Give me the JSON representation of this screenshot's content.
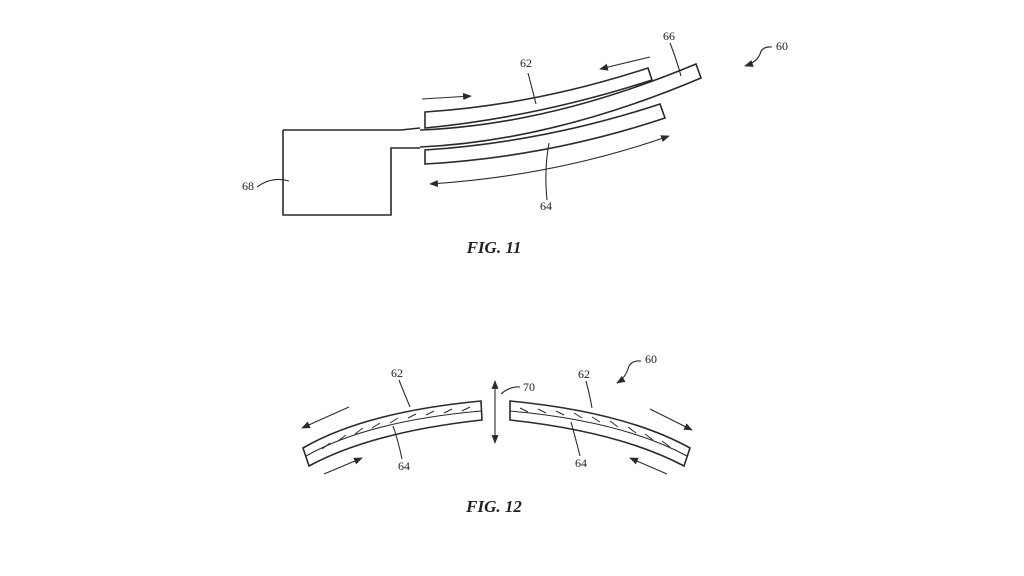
{
  "figures": {
    "fig11": {
      "caption": "FIG. 11",
      "labels": {
        "assembly": "60",
        "upper_layer": "62",
        "lower_layer": "64",
        "extension": "66",
        "block": "68"
      }
    },
    "fig12": {
      "caption": "FIG. 12",
      "labels": {
        "assembly": "60",
        "upper_layer_left": "62",
        "lower_layer_left": "64",
        "upper_layer_right": "62",
        "lower_layer_right": "64",
        "gap": "70"
      }
    }
  },
  "colors": {
    "ink": "#2a2a2a",
    "background": "#ffffff"
  }
}
